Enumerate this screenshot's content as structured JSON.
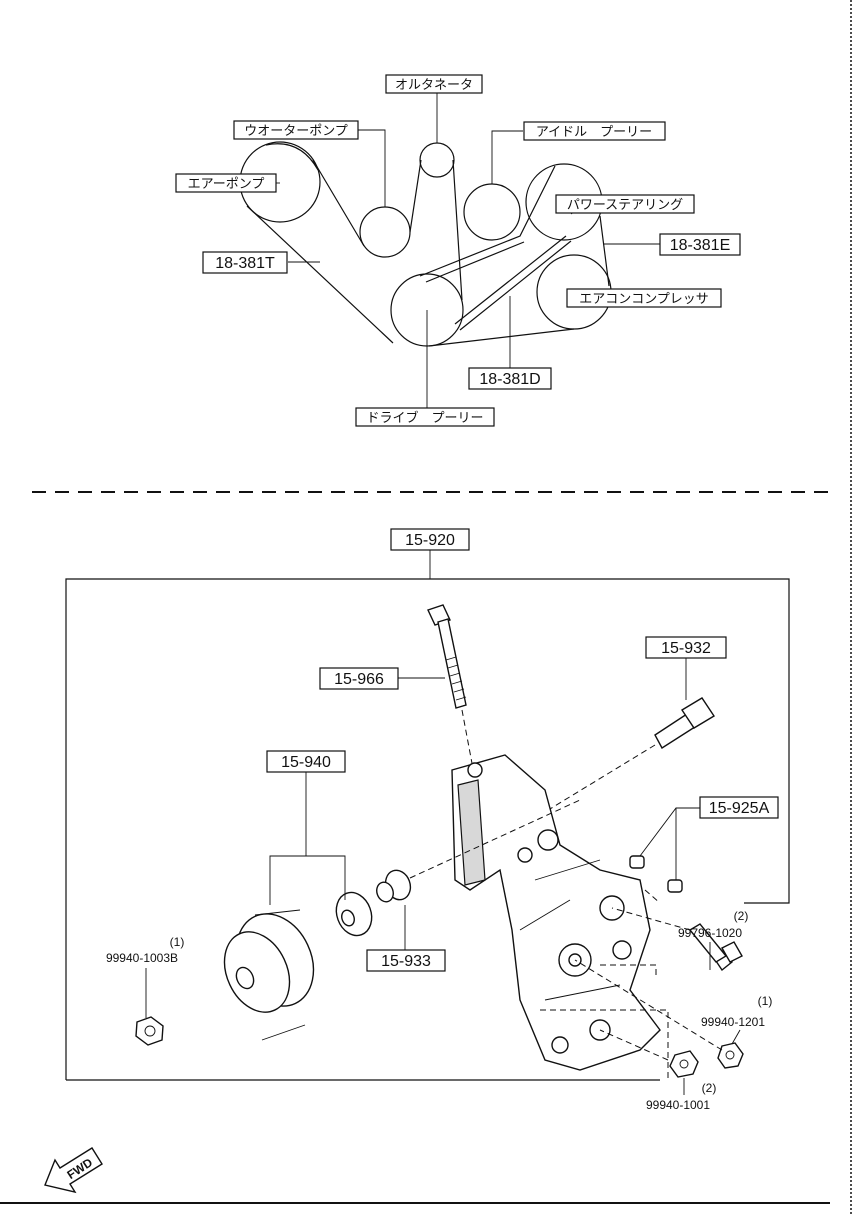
{
  "belt_labels": {
    "alternator": "オルタネータ",
    "water_pump": "ウオーターポンプ",
    "idle_pulley": "アイドル　プーリー",
    "air_pump": "エアーポンプ",
    "power_steering": "パワーステアリング",
    "ac_compressor": "エアコンコンプレッサ",
    "drive_pulley": "ドライブ　プーリー"
  },
  "belt_refs": {
    "t": "18-381T",
    "e": "18-381E",
    "d": "18-381D"
  },
  "bracket_refs": {
    "assembly": "15-920",
    "bolt_long": "15-966",
    "bolt_short": "15-932",
    "pulley": "15-940",
    "spacer": "15-933",
    "bushing": "15-925A"
  },
  "hardware": {
    "nut_left": {
      "qty": "(1)",
      "part": "99940-1003B"
    },
    "bolt_right": {
      "qty": "(2)",
      "part": "99796-1020"
    },
    "nut_right": {
      "qty": "(1)",
      "part": "99940-1201"
    },
    "nut_bottom": {
      "qty": "(2)",
      "part": "99940-1001"
    }
  },
  "fwd_label": "FWD"
}
